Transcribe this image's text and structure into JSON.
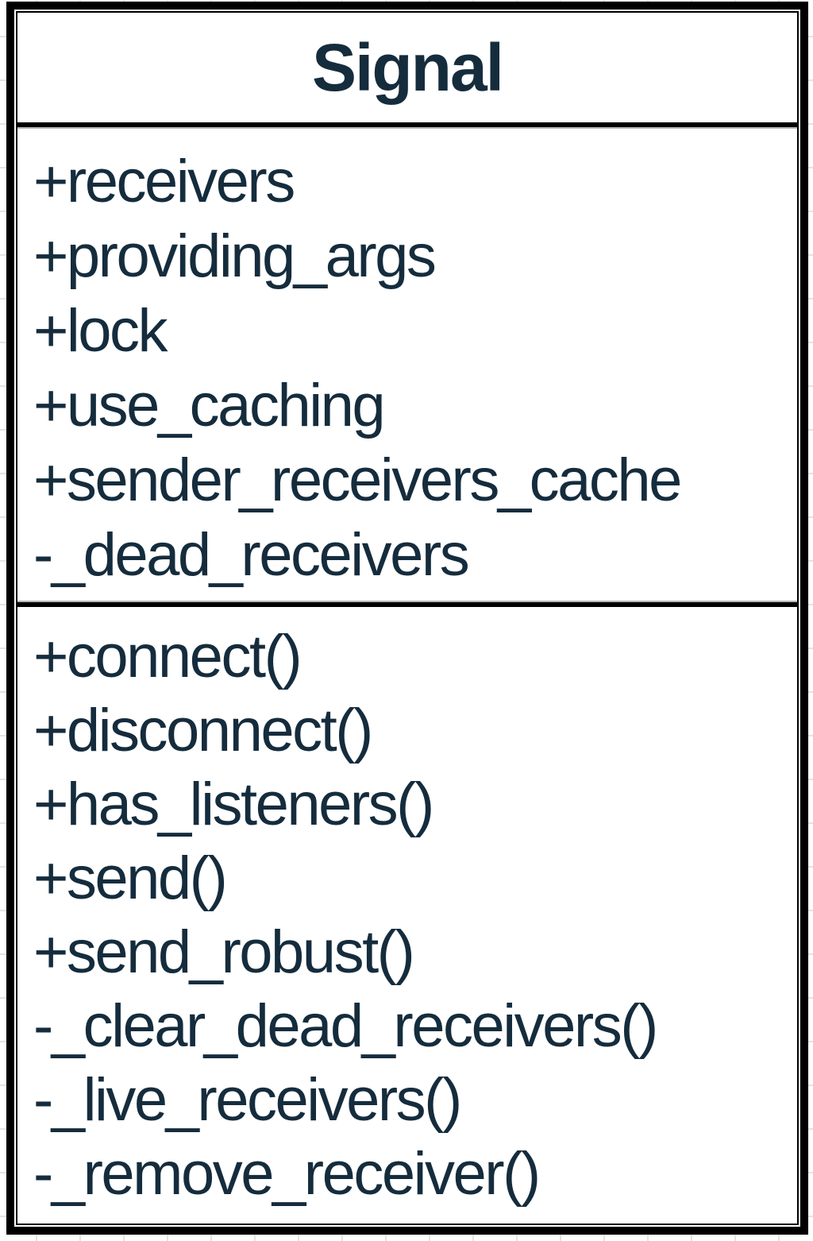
{
  "diagram": {
    "class": {
      "name": "Signal",
      "attributes": [
        "+receivers",
        "+providing_args",
        "+lock",
        "+use_caching",
        "+sender_receivers_cache",
        "-_dead_receivers"
      ],
      "methods": [
        "+connect()",
        "+disconnect()",
        "+has_listeners()",
        "+send()",
        "+send_robust()",
        "-_clear_dead_receivers()",
        "-_live_receivers()",
        "-_remove_receiver()"
      ]
    },
    "colors": {
      "text": "#152c3d",
      "border": "#000000",
      "grid": "#e3e3e3",
      "background": "#ffffff"
    }
  }
}
